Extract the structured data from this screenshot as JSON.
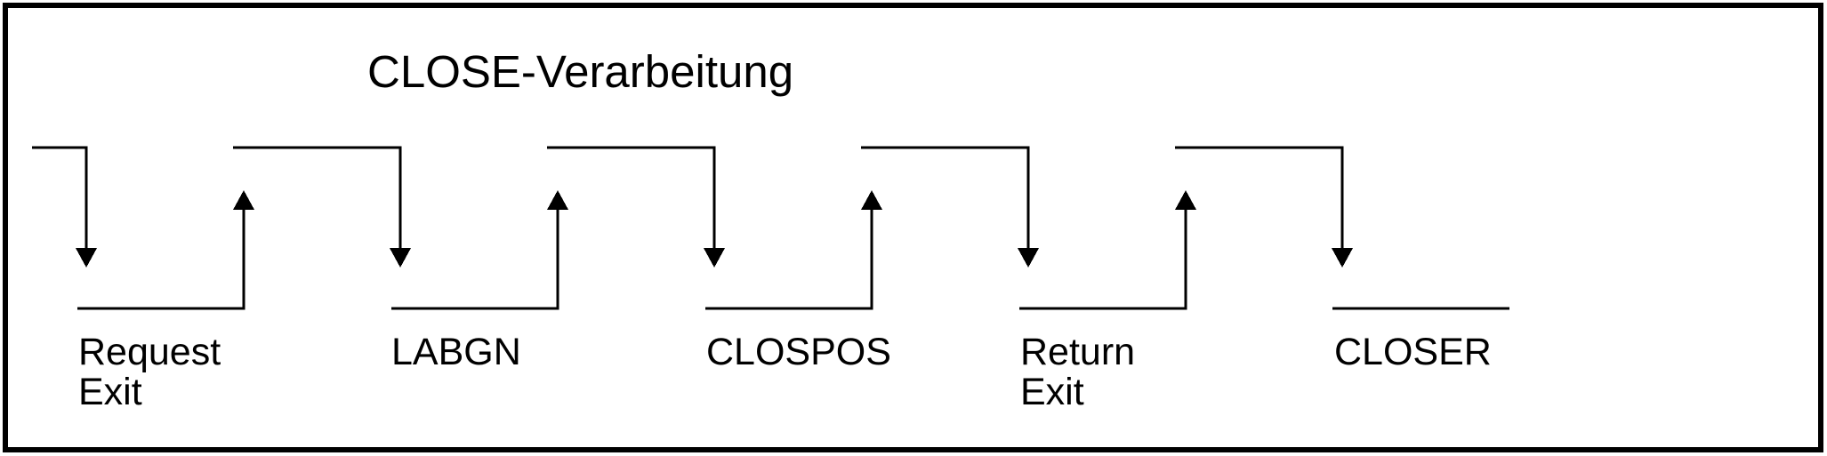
{
  "diagram": {
    "title": "CLOSE-Verarbeitung",
    "colors": {
      "stroke": "#000000",
      "text": "#000000",
      "background": "#ffffff"
    },
    "steps": [
      {
        "name": "request-exit",
        "lines": [
          "Request",
          "Exit"
        ],
        "has_return_arrow": true
      },
      {
        "name": "labgn",
        "lines": [
          "LABGN"
        ],
        "has_return_arrow": true
      },
      {
        "name": "clospos",
        "lines": [
          "CLOSPOS"
        ],
        "has_return_arrow": true
      },
      {
        "name": "return-exit",
        "lines": [
          "Return",
          "Exit"
        ],
        "has_return_arrow": true
      },
      {
        "name": "closer",
        "lines": [
          "CLOSER"
        ],
        "has_return_arrow": false
      }
    ],
    "icons": {
      "call": "down-arrow-icon",
      "return": "up-arrow-icon"
    }
  }
}
